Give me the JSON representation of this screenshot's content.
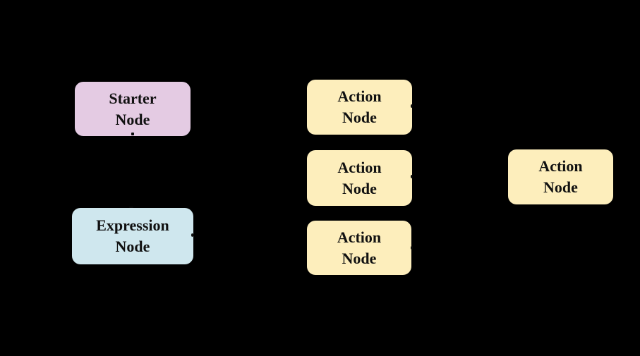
{
  "figure": {
    "background_color": "#000000",
    "text_color": "#111111",
    "node_fill_colors": {
      "starter": "#e4cbe3",
      "expression": "#cfe7ee",
      "action": "#fdeebc"
    }
  },
  "nodes": [
    {
      "id": "starter",
      "line1": "Starter",
      "line2": "Node",
      "fill": "#e4cbe3"
    },
    {
      "id": "action-top",
      "line1": "Action",
      "line2": "Node",
      "fill": "#fdeebc"
    },
    {
      "id": "action-middle",
      "line1": "Action",
      "line2": "Node",
      "fill": "#fdeebc"
    },
    {
      "id": "action-right",
      "line1": "Action",
      "line2": "Node",
      "fill": "#fdeebc"
    },
    {
      "id": "expression",
      "line1": "Expression",
      "line2": "Node",
      "fill": "#cfe7ee"
    },
    {
      "id": "action-bottom",
      "line1": "Action",
      "line2": "Node",
      "fill": "#fdeebc"
    }
  ]
}
